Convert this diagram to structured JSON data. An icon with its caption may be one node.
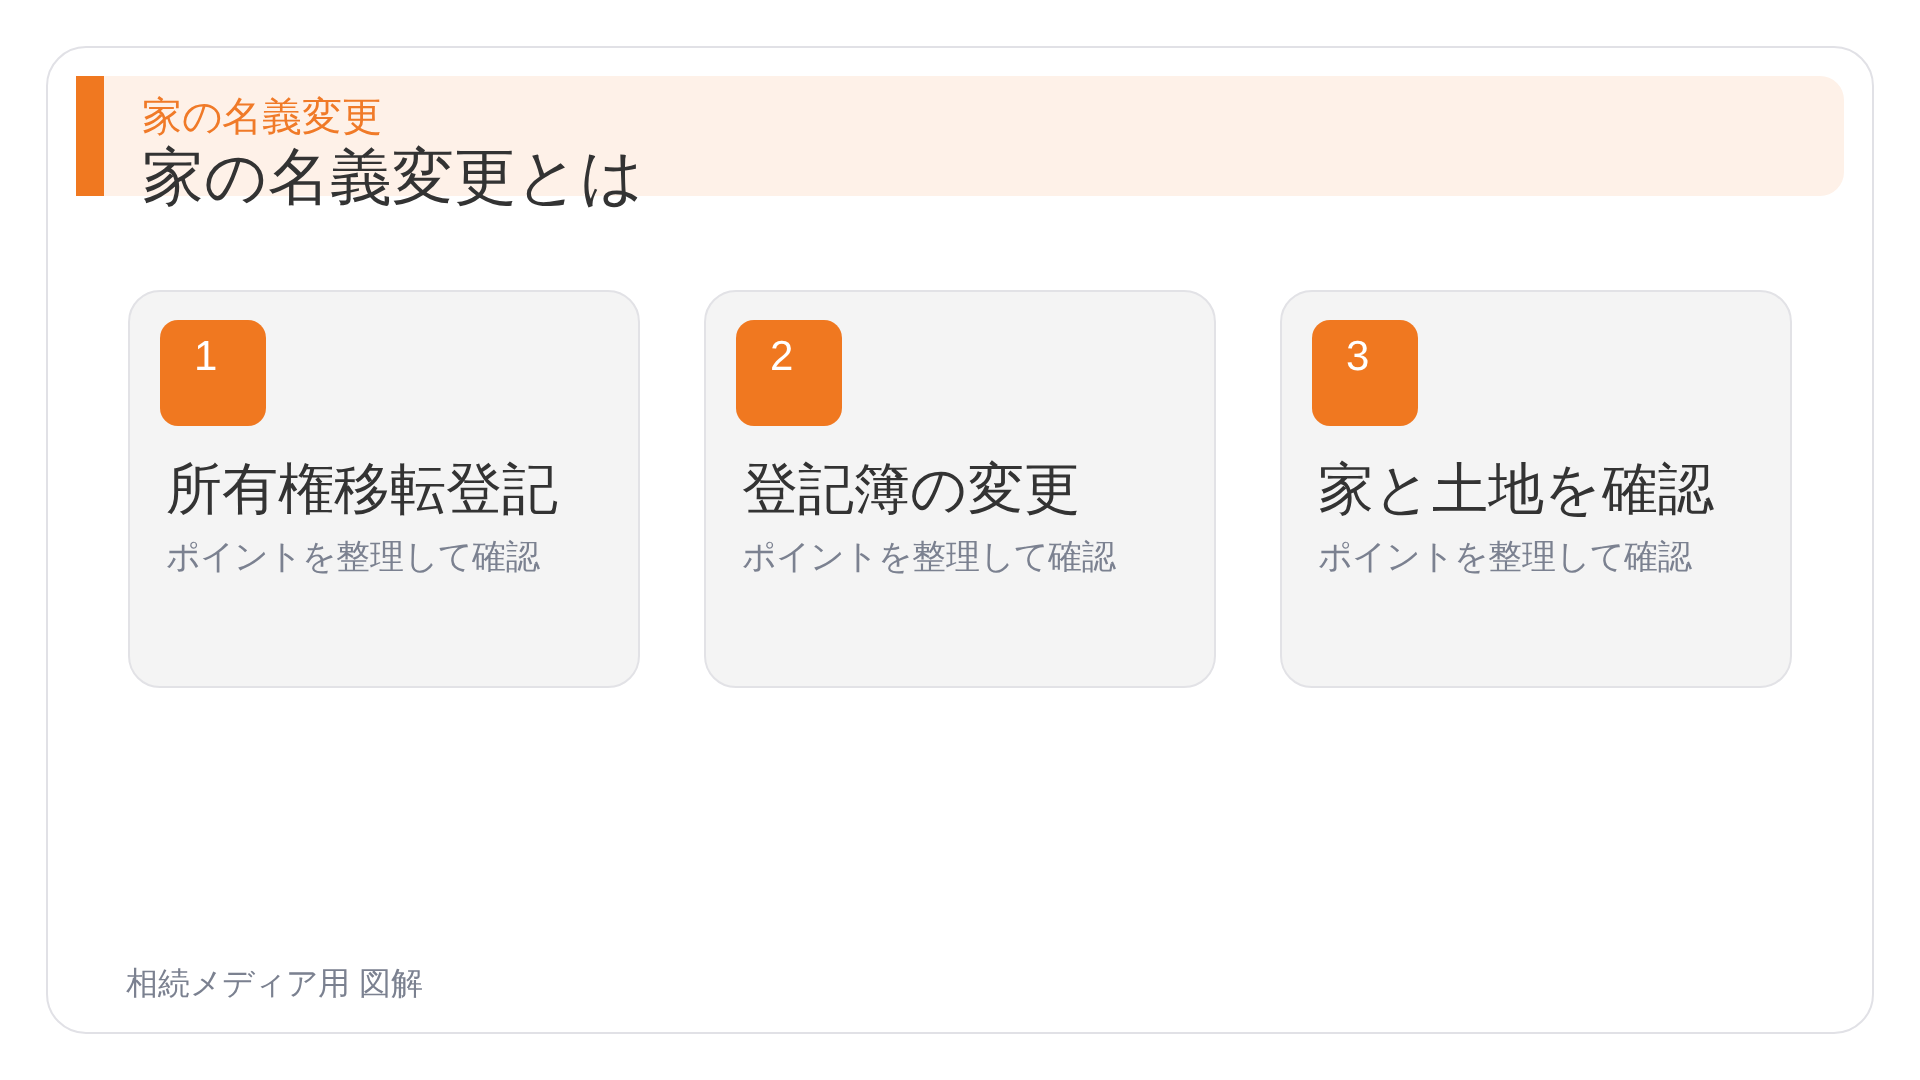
{
  "diagram": {
    "nodes": [
      {
        "text": [
          "家の名義変更",
          "家の名義変更とは"
        ]
      },
      {
        "text": [
          "所有権移転登記",
          "ポイントを整理して確認"
        ]
      },
      {
        "text": [
          "1"
        ],
        "in": 1
      },
      {
        "text": [
          "登記簿の変更",
          "ポイントを整理して確認"
        ]
      },
      {
        "text": [
          "2"
        ],
        "in": 3
      },
      {
        "text": [
          "家と土地を確認",
          "ポイントを整理して確認"
        ]
      },
      {
        "text": [
          "3"
        ],
        "in": 5
      }
    ],
    "labels": [
      "相続メディア用 図解"
    ]
  }
}
